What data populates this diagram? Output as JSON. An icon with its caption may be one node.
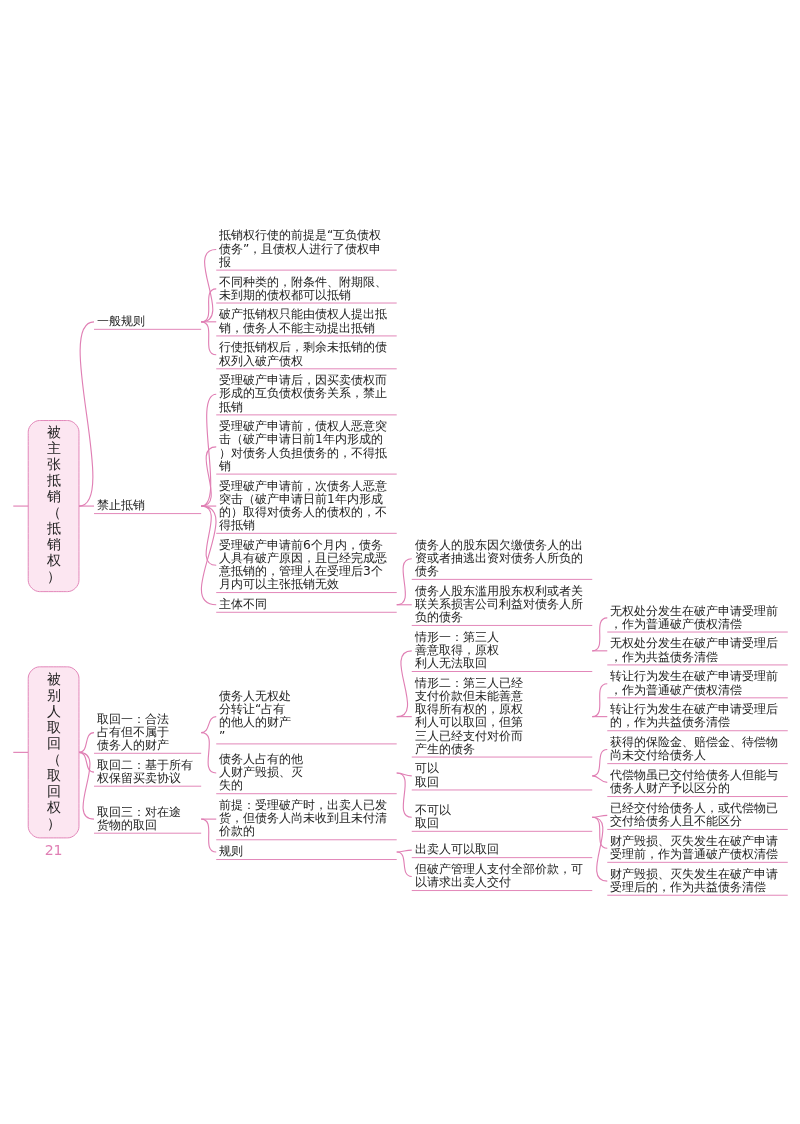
{
  "diagram": {
    "nodes": [
      {
        "text": [
          "被主张抵销（抵销权）"
        ]
      },
      {
        "text": [
          "一般规则"
        ]
      },
      {
        "text": [
          "抵销权行使的前提是“互负债权债务”，且债权人进行了债权申报"
        ]
      },
      {
        "text": [
          "不同种类的，附条件、附期限、未到期的债权都可以抵销"
        ]
      },
      {
        "text": [
          "破产抵销权只能由债权人提出抵销，债务人不能主动提出抵销"
        ]
      },
      {
        "text": [
          "行使抵销权后，剩余未抵销的债权列入破产债权"
        ]
      },
      {
        "text": [
          "禁止抵销"
        ]
      },
      {
        "text": [
          "受理破产申请后，因买卖债权而形成的互负债权债务关系，禁止抵销"
        ]
      },
      {
        "text": [
          "受理破产申请前，债权人恶意突击（破产申请日前1年内形成的）对债务人负担债务的，不得抵销"
        ]
      },
      {
        "text": [
          "受理破产申请前，次债务人恶意突击（破产申请日前1年内形成的）取得对债务人的债权的，不得抵销"
        ]
      },
      {
        "text": [
          "受理破产申请前6个月内，债务人具有破产原因，且已经完成恶意抵销的，管理人在受理后3个月内可以主张抵销无效"
        ]
      },
      {
        "text": [
          "主体不同"
        ]
      },
      {
        "text": [
          "债务人的股东因欠缴债务人的出资或者抽逃出资对债务人所负的债务"
        ]
      },
      {
        "text": [
          "债务人股东滥用股东权利或者关联关系损害公司利益对债务人所负的债务"
        ]
      },
      {
        "text": [
          "被别人取回（取回权）"
        ]
      },
      {
        "text": [
          "取回一：合法占有但不属于债务人的财产"
        ]
      },
      {
        "text": [
          "债务人无权处分转让“占有的他人的财产”"
        ]
      },
      {
        "text": [
          "情形一：第三人善意取得，原权利人无法取回"
        ]
      },
      {
        "text": [
          "无权处分发生在破产申请受理前，作为普通破产债权清偿"
        ]
      },
      {
        "text": [
          "无权处分发生在破产申请受理后，作为共益债务清偿"
        ]
      },
      {
        "text": [
          "情形二：第三人已经支付价款但未能善意取得所有权的，原权利人可以取回，但第三人已经支付对价而产生的债务"
        ]
      },
      {
        "text": [
          "转让行为发生在破产申请受理前，作为普通破产债权清偿"
        ]
      },
      {
        "text": [
          "转让行为发生在破产申请受理后的，作为共益债务清偿"
        ]
      },
      {
        "text": [
          "债务人占有的他人财产毁损、灭失的"
        ]
      },
      {
        "text": [
          "可以取回"
        ]
      },
      {
        "text": [
          "获得的保险金、赔偿金、待偿物尚未交付给债务人"
        ]
      },
      {
        "text": [
          "代偿物虽已交付给债务人但能与债务人财产予以区分的"
        ]
      },
      {
        "text": [
          "不可以取回"
        ]
      },
      {
        "text": [
          "已经交付给债务人，或代偿物已交付给债务人且不能区分"
        ]
      },
      {
        "text": [
          "财产毁损、灭失发生在破产申请受理前，作为普通破产债权清偿"
        ]
      },
      {
        "text": [
          "财产毁损、灭失发生在破产申请受理后的，作为共益债务清偿"
        ]
      },
      {
        "text": [
          "取回二：基于所有权保留买卖协议"
        ]
      },
      {
        "text": [
          "取回三：对在途货物的取回"
        ]
      },
      {
        "text": [
          "前提：受理破产时，出卖人已发货，但债务人尚未收到且未付清价款的"
        ]
      },
      {
        "text": [
          "规则"
        ]
      },
      {
        "text": [
          "出卖人可以取回"
        ]
      },
      {
        "text": [
          "但破产管理人支付全部价款，可以请求出卖人交付"
        ]
      }
    ],
    "edges": [
      {
        "from": null,
        "to": 0,
        "arrow": "none"
      },
      {
        "from": 0,
        "to": 1,
        "arrow": "none"
      },
      {
        "from": 1,
        "to": 2,
        "arrow": "none"
      },
      {
        "from": 1,
        "to": 3,
        "arrow": "none"
      },
      {
        "from": 1,
        "to": 4,
        "arrow": "none"
      },
      {
        "from": 1,
        "to": 5,
        "arrow": "none"
      },
      {
        "from": 0,
        "to": 6,
        "arrow": "none"
      },
      {
        "from": 6,
        "to": 7,
        "arrow": "none"
      },
      {
        "from": 6,
        "to": 8,
        "arrow": "none"
      },
      {
        "from": 6,
        "to": 9,
        "arrow": "none"
      },
      {
        "from": 6,
        "to": 10,
        "arrow": "none"
      },
      {
        "from": 6,
        "to": 11,
        "arrow": "none"
      },
      {
        "from": 11,
        "to": 12,
        "arrow": "none"
      },
      {
        "from": 11,
        "to": 13,
        "arrow": "none"
      },
      {
        "from": null,
        "to": 14,
        "arrow": "none"
      },
      {
        "from": 14,
        "to": 15,
        "arrow": "none"
      },
      {
        "from": 15,
        "to": 16,
        "arrow": "none"
      },
      {
        "from": 16,
        "to": 17,
        "arrow": "none"
      },
      {
        "from": 17,
        "to": 18,
        "arrow": "none"
      },
      {
        "from": 17,
        "to": 19,
        "arrow": "none"
      },
      {
        "from": 16,
        "to": 20,
        "arrow": "none"
      },
      {
        "from": 20,
        "to": 21,
        "arrow": "none"
      },
      {
        "from": 20,
        "to": 22,
        "arrow": "none"
      },
      {
        "from": 15,
        "to": 23,
        "arrow": "none"
      },
      {
        "from": 23,
        "to": 24,
        "arrow": "none"
      },
      {
        "from": 24,
        "to": 25,
        "arrow": "none"
      },
      {
        "from": 24,
        "to": 26,
        "arrow": "none"
      },
      {
        "from": 23,
        "to": 27,
        "arrow": "none"
      },
      {
        "from": 27,
        "to": 28,
        "arrow": "none"
      },
      {
        "from": 27,
        "to": 29,
        "arrow": "none"
      },
      {
        "from": 27,
        "to": 30,
        "arrow": "none"
      },
      {
        "from": 14,
        "to": 31,
        "arrow": "none"
      },
      {
        "from": 14,
        "to": 32,
        "arrow": "none"
      },
      {
        "from": 32,
        "to": 33,
        "arrow": "none"
      },
      {
        "from": 32,
        "to": 34,
        "arrow": "none"
      },
      {
        "from": 34,
        "to": 35,
        "arrow": "none"
      },
      {
        "from": 34,
        "to": 36,
        "arrow": "none"
      }
    ],
    "labels": [
      "21"
    ]
  }
}
